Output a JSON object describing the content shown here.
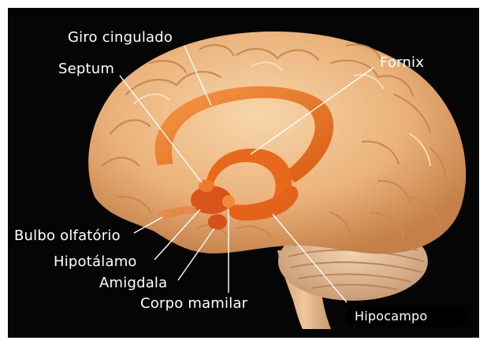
{
  "figure": {
    "background": "#050505",
    "frame": "#ffffff",
    "label_color": "#ffffff",
    "leader_color": "#ffffff",
    "colors": {
      "cortex": "#f0c48f",
      "cortex_shade": "#c9894f",
      "limbic": "#ef7a25",
      "limbic_dark": "#c94d10",
      "cerebellum": "#e8c3a0",
      "brainstem": "#e9b98c"
    }
  },
  "labels": {
    "giro_cingulado": "Giro cingulado",
    "septum": "Septum",
    "fornix": "Fornix",
    "bulbo_olfatorio": "Bulbo olfatório",
    "hipotalamo": "Hipotálamo",
    "amigdala": "Amigdala",
    "corpo_mamilar": "Corpo mamilar",
    "hipocampo": "Hipocampo"
  }
}
